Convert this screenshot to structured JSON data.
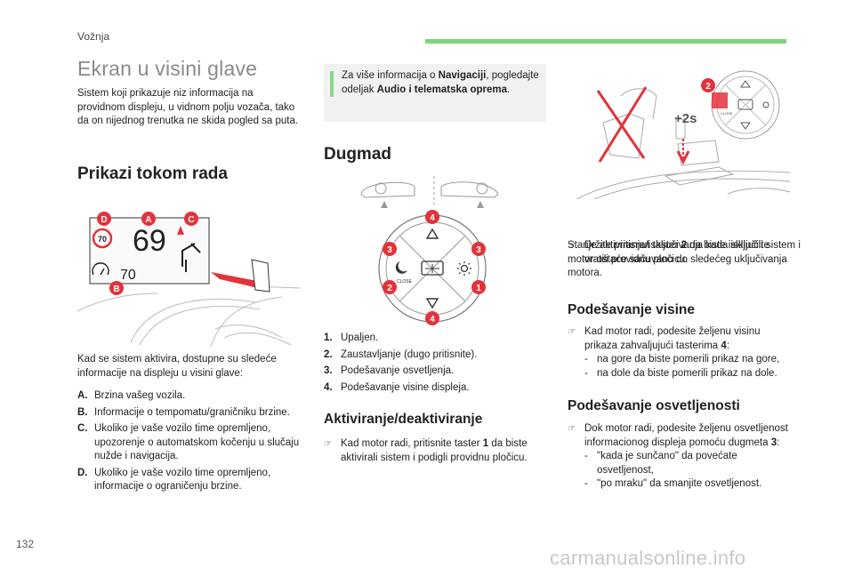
{
  "header": {
    "section": "Vožnja"
  },
  "page_number": "132",
  "watermark": "carmanualsonline.info",
  "title": "Ekran u visini glave",
  "intro": "Sistem koji prikazuje niz informacija na providnom displeju, u vidnom polju vozača, tako da on nijednog trenutka ne skida pogled sa puta.",
  "note": {
    "pre": "Za više informacija o ",
    "bold1": "Navigaciji",
    "mid": ", pogledajte odeljak ",
    "bold2": "Audio i telematska oprema",
    "post": "."
  },
  "col1": {
    "heading": "Prikazi tokom rada",
    "figure": {
      "labels": [
        "D",
        "A",
        "C",
        "B"
      ],
      "speed": "69",
      "sign_speed": "70",
      "cruise_speed": "70"
    },
    "lead": "Kad se sistem aktivira, dostupne su sledeće informacije na displeju u visini glave:",
    "items": [
      {
        "key": "A.",
        "text": "Brzina vašeg vozila."
      },
      {
        "key": "B.",
        "text": "Informacije o tempomatu/graničniku brzine."
      },
      {
        "key": "C.",
        "text": "Ukoliko je vaše vozilo time opremljeno, upozorenje o automatskom kočenju u slučaju nužde i navigacija."
      },
      {
        "key": "D.",
        "text": "Ukoliko je vaše vozilo time opremljeno, informacije o ograničenju brzine."
      }
    ]
  },
  "col2": {
    "heading": "Dugmad",
    "figure": {
      "labels": [
        "4",
        "3",
        "3",
        "2",
        "1",
        "4"
      ],
      "close_label": "CLOSE"
    },
    "items": [
      {
        "key": "1.",
        "text": "Upaljen."
      },
      {
        "key": "2.",
        "text": "Zaustavljanje (dugo pritisnite)."
      },
      {
        "key": "3.",
        "text": "Podešavanje osvetljenja."
      },
      {
        "key": "4.",
        "text": "Podešavanje visine displeja."
      }
    ],
    "subheading": "Aktiviranje/deaktiviranje",
    "bullet": {
      "pre": "Kad motor radi, pritisnite taster ",
      "num": "1",
      "post": " da biste aktivirali sistem i podigli providnu pločicu."
    }
  },
  "col3": {
    "figure": {
      "badge": "2",
      "timer": "+2s",
      "close_label": "CLOSE"
    },
    "bullet1": {
      "pre": "Držite pritisnut taster ",
      "num": "2",
      "post": " da biste isključili sistem i vratili providnu pločicu."
    },
    "para": "Stanje aktiviranja/isključivanja kada isključite motor ostaće sačuvano do sledećeg uključivanja motora.",
    "height_heading": "Podešavanje visine",
    "height_bullet": {
      "pre": "Kad motor radi, podesite željenu visinu prikaza zahvaljujući tasterima ",
      "num": "4",
      "post": ":"
    },
    "height_dashes": [
      "na gore da biste pomerili prikaz na gore,",
      "na dole da biste pomerili prikaz na dole."
    ],
    "light_heading": "Podešavanje osvetljenosti",
    "light_bullet": {
      "pre": "Dok motor radi, podesite željenu osvetljenost informacionog displeja pomoću dugmeta ",
      "num": "3",
      "post": ":"
    },
    "light_dashes": [
      "\"kada je sunčano\" da povećate osvetljenost,",
      "\"po mraku\" da smanjite osvetljenost."
    ]
  }
}
